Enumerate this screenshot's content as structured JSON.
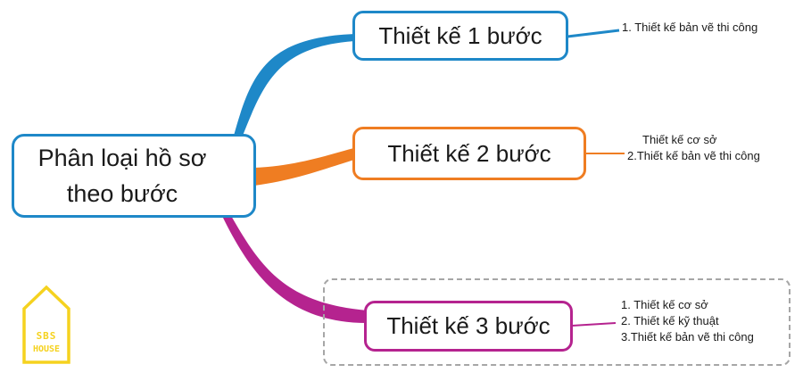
{
  "root": {
    "line1": "Phân loại hồ sơ",
    "line2": "theo bước"
  },
  "branches": [
    {
      "label": "Thiết kế 1 bước",
      "color": "#1e88c8",
      "items": [
        "1. Thiết kế bản vẽ thi công"
      ]
    },
    {
      "label": "Thiết kế 2 bước",
      "color": "#ef7d22",
      "items": [
        "Thiết kế cơ sở",
        "2.Thiết kế bản vẽ thi công"
      ]
    },
    {
      "label": "Thiết kế 3 bước",
      "color": "#b5238f",
      "items": [
        "1. Thiết kế cơ sở",
        "2. Thiết kế kỹ thuật",
        "3.Thiết kế bản vẽ thi công"
      ]
    }
  ],
  "logo": {
    "line1": "SBS",
    "line2": "HOUSE",
    "color": "#f5d21f"
  }
}
